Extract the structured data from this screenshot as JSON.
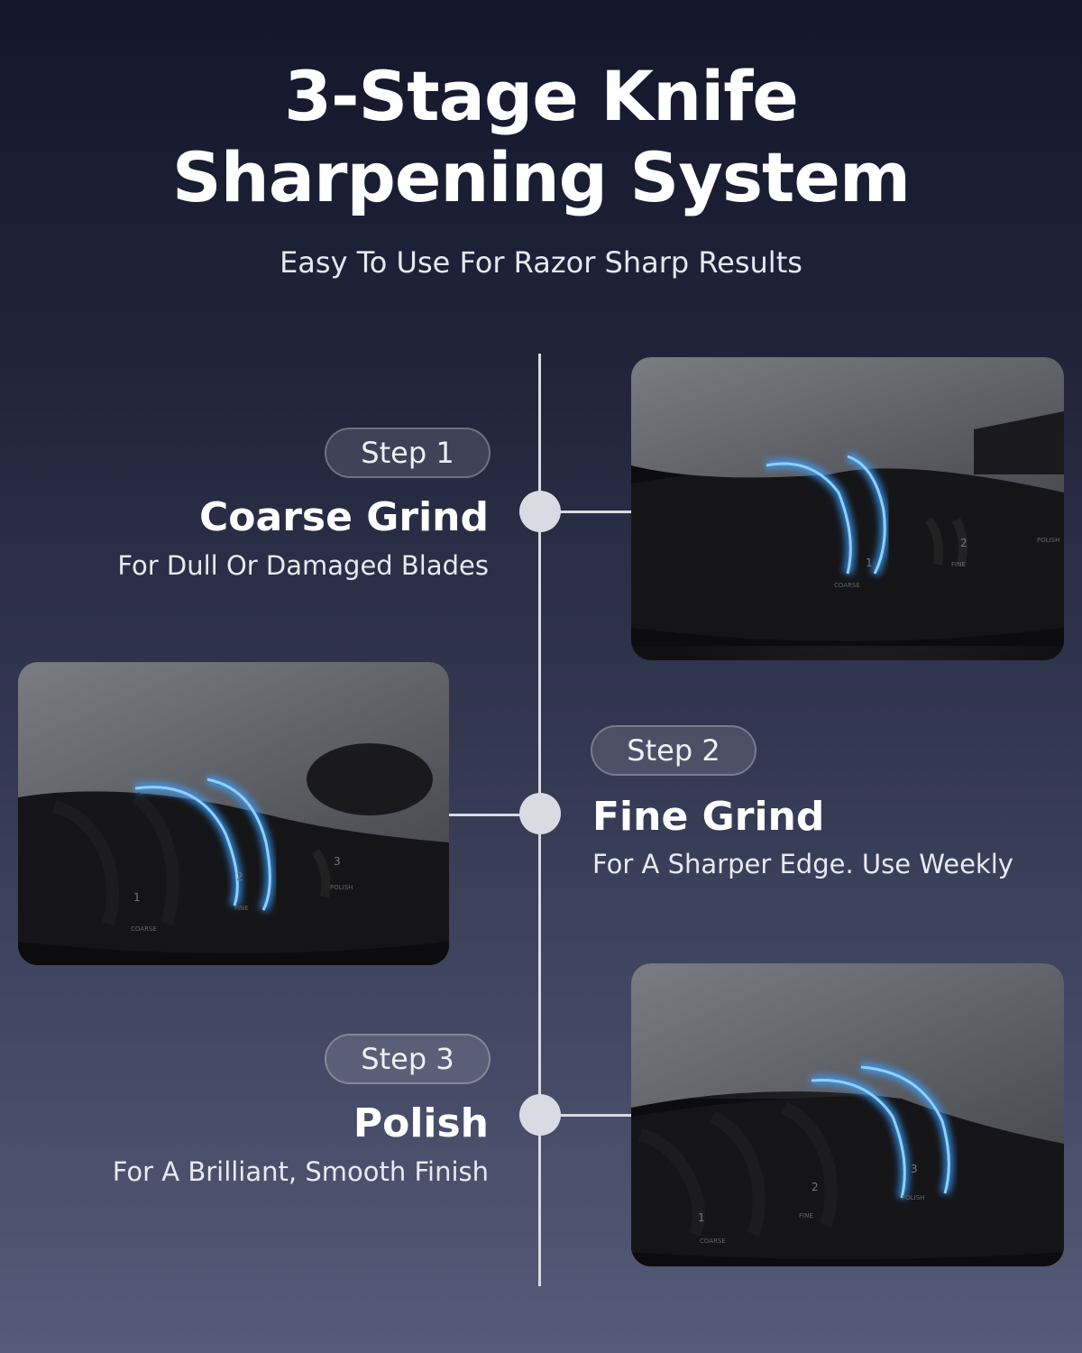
{
  "header": {
    "title_line1": "3-Stage Knife",
    "title_line2": "Sharpening System",
    "subtitle": "Easy To Use For Razor Sharp Results"
  },
  "steps": [
    {
      "badge": "Step 1",
      "title": "Coarse Grind",
      "description": "For Dull Or Damaged Blades",
      "slot_labels": [
        "1",
        "COARSE",
        "2",
        "FINE",
        "POLISH"
      ]
    },
    {
      "badge": "Step 2",
      "title": "Fine Grind",
      "description": "For A Sharper Edge. Use Weekly",
      "slot_labels": [
        "1",
        "COARSE",
        "2",
        "FINE",
        "3",
        "POLISH"
      ]
    },
    {
      "badge": "Step 3",
      "title": "Polish",
      "description": "For A Brilliant, Smooth Finish",
      "slot_labels": [
        "1",
        "COARSE",
        "2",
        "FINE",
        "3",
        "POLISH"
      ]
    }
  ],
  "colors": {
    "glow": "#3aa0ff",
    "timeline": "#d9dbe2",
    "background_top": "#14172a",
    "background_bottom": "#555b78"
  }
}
